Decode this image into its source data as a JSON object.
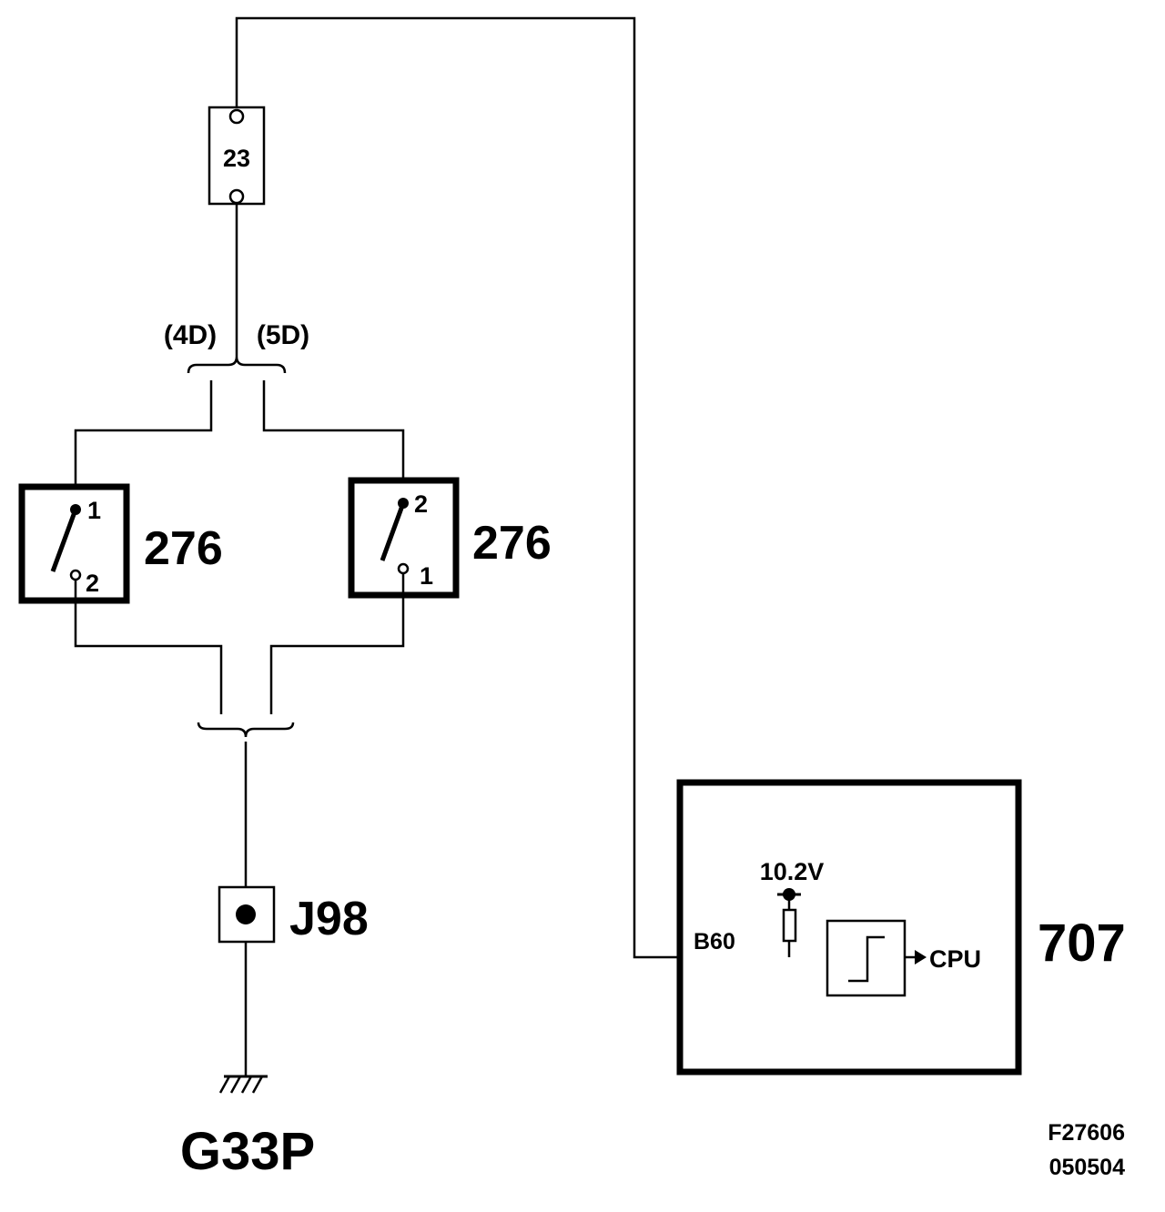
{
  "fuse": {
    "label": "23"
  },
  "variants": {
    "left": "(4D)",
    "right": "(5D)"
  },
  "switch_left": {
    "id": "276",
    "pin_top": "1",
    "pin_bottom": "2"
  },
  "switch_right": {
    "id": "276",
    "pin_top": "2",
    "pin_bottom": "1"
  },
  "connector": {
    "id": "J98"
  },
  "ground": {
    "id": "G33P"
  },
  "control_unit": {
    "id": "707",
    "pin": "B60",
    "reference_voltage": "10.2V",
    "output": "CPU"
  },
  "figure": {
    "ref": "F27606",
    "date": "050504"
  }
}
